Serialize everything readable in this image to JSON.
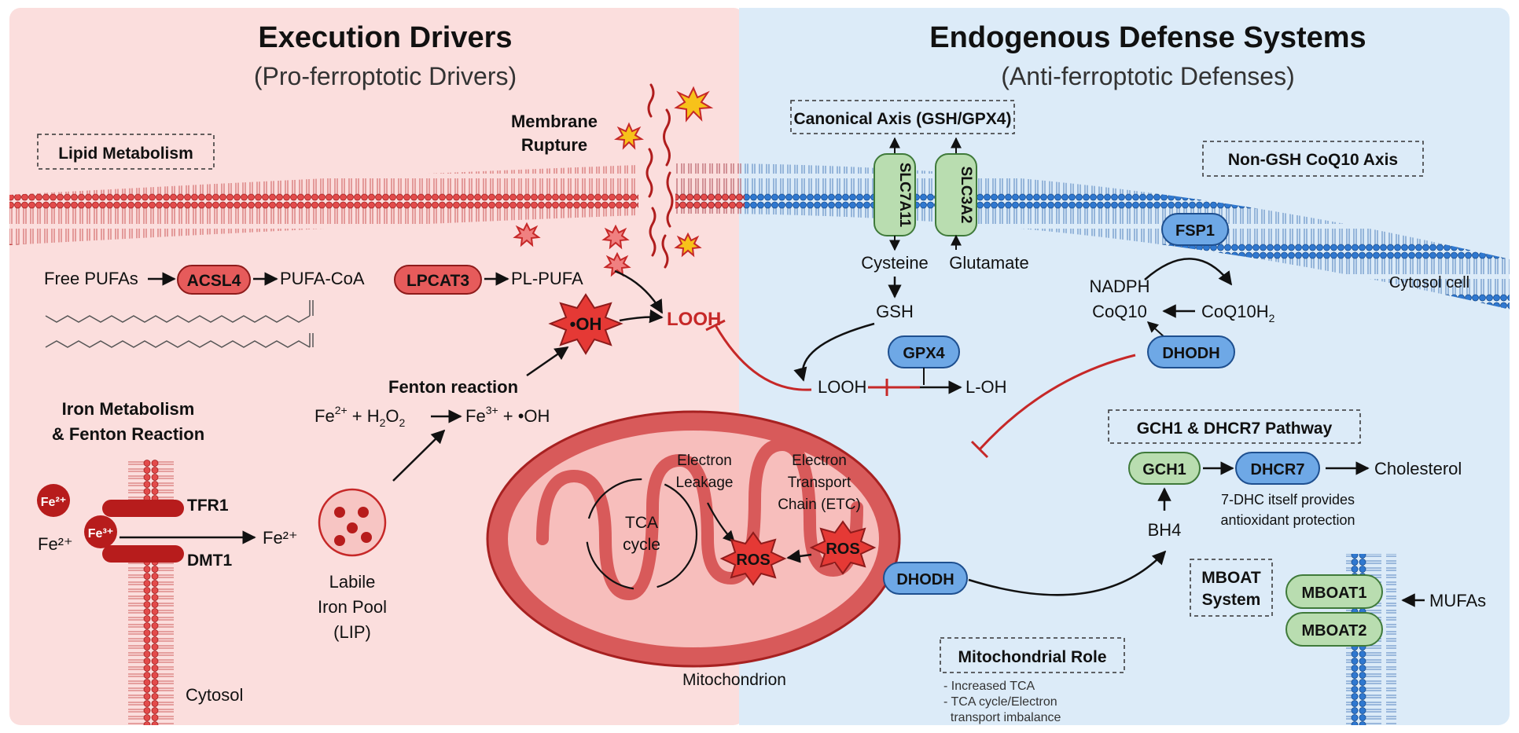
{
  "left_panel": {
    "title": "Execution Drivers",
    "subtitle": "(Pro-ferroptotic Drivers)",
    "lipid_box": "Lipid Metabolism",
    "membrane_rupture": [
      "Membrane",
      "Rupture"
    ],
    "pathway": {
      "free_pufas": "Free PUFAs",
      "acsl4": "ACSL4",
      "pufa_coa": "PUFA-CoA",
      "lpcat3": "LPCAT3",
      "pl_pufa": "PL-PUFA"
    },
    "oh_radical": "•OH",
    "looh": "LOOH",
    "fenton_label": "Fenton reaction",
    "fenton_eq": {
      "fe2": "Fe",
      "sup2": "2+",
      "plus_h": " + H",
      "sub2a": "2",
      "o": "O",
      "sub2b": "2",
      "fe3": "Fe",
      "sup3": "3+",
      "tail": " + •OH"
    },
    "iron_title": [
      "Iron Metabolism",
      "& Fenton Reaction"
    ],
    "fe2_ball": "Fe²⁺",
    "fe3_ball": "Fe³⁺",
    "fe2_left": "Fe²⁺",
    "fe2_right": "Fe²⁺",
    "tfr1": "TFR1",
    "dmt1": "DMT1",
    "lip": [
      "Labile",
      "Iron Pool",
      "(LIP)"
    ],
    "cytosol": "Cytosol"
  },
  "mito": {
    "tca": [
      "TCA",
      "cycle"
    ],
    "leakage": [
      "Electron",
      "Leakage"
    ],
    "etc": [
      "Electron",
      "Transport",
      "Chain (ETC)"
    ],
    "ros": "ROS",
    "dhodh": "DHODH",
    "label": "Mitochondrion",
    "role_box": "Mitochondrial Role",
    "role_items": [
      "- Increased TCA",
      "- TCA cycle/Electron",
      "  transport imbalance"
    ]
  },
  "right_panel": {
    "title": "Endogenous Defense Systems",
    "subtitle": "(Anti-ferroptotic Defenses)",
    "canonical_box": "Canonical Axis (GSH/GPX4)",
    "slc7a11": "SLC7A11",
    "slc3a2": "SLC3A2",
    "cysteine": "Cysteine",
    "glutamate": "Glutamate",
    "gsh": "GSH",
    "gpx4": "GPX4",
    "looh": "LOOH",
    "loh": "L-OH",
    "coq_box": "Non-GSH CoQ10 Axis",
    "fsp1": "FSP1",
    "nadph": "NADPH",
    "coq10": "CoQ10",
    "coq10h2": "CoQ10H",
    "coq10h2_sub": "2",
    "dhodh": "DHODH",
    "cytosol_cell": "Cytosol cell",
    "gch1_box": "GCH1 & DHCR7 Pathway",
    "gch1": "GCH1",
    "dhcr7": "DHCR7",
    "cholesterol": "Cholesterol",
    "dhc_note": [
      "7-DHC itself provides",
      "antioxidant protection"
    ],
    "bh4": "BH4",
    "mboat_box": [
      "MBOAT",
      "System"
    ],
    "mboat1": "MBOAT1",
    "mboat2": "MBOAT2",
    "mufas": "MUFAs"
  },
  "colors": {
    "left_bg": "#fbdedd",
    "right_bg": "#dcebf8",
    "red": "#c62828",
    "blue": "#1e63b8",
    "green": "#b9ddb0"
  }
}
